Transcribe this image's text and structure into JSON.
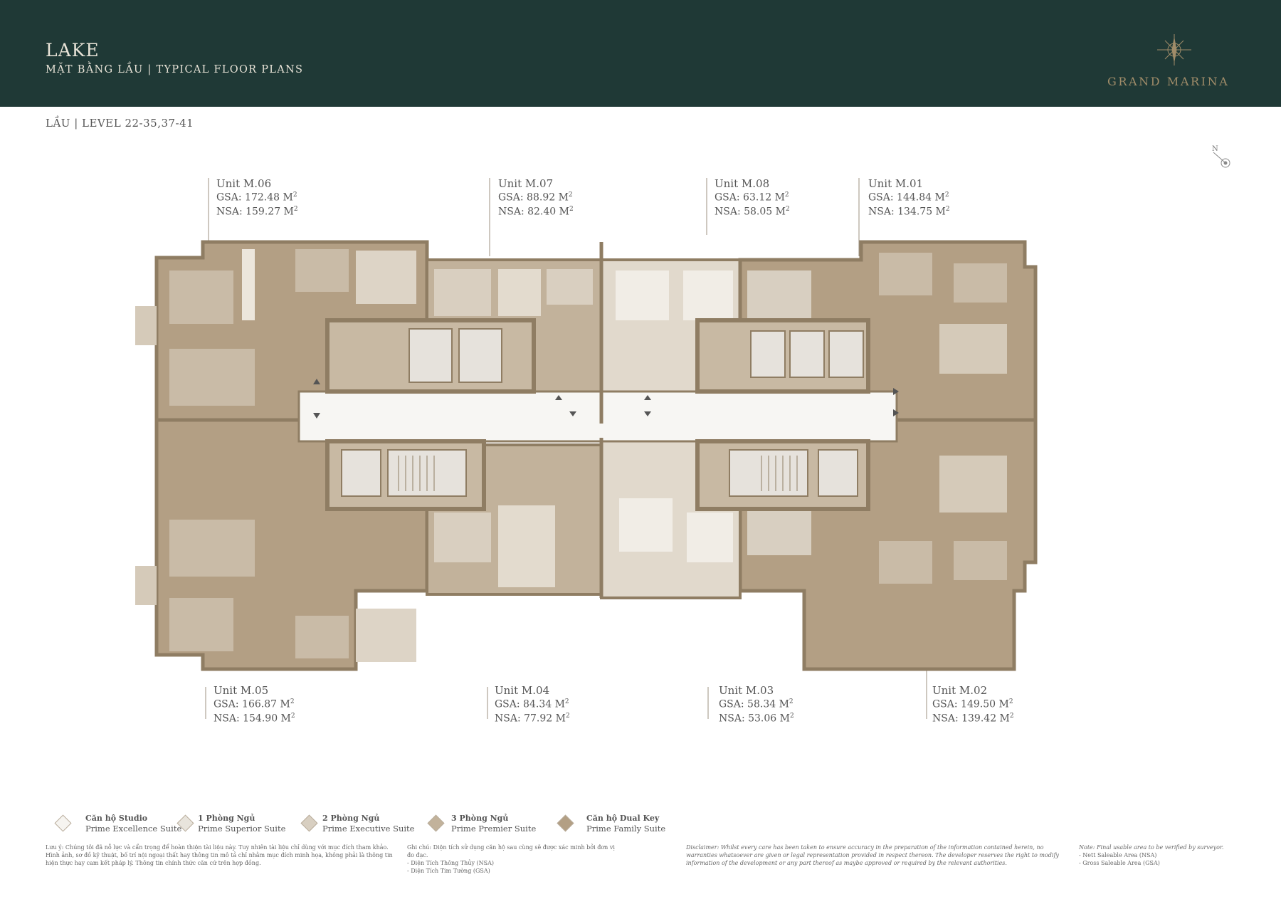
{
  "header": {
    "title": "LAKE",
    "subtitle": "MẶT BẰNG LẦU | TYPICAL FLOOR PLANS",
    "brand": "GRAND MARINA"
  },
  "level_label": "LẦU | LEVEL 22-35,37-41",
  "north_label": "N",
  "units": [
    {
      "name": "Unit M.06",
      "gsa": "GSA: 172.48 M",
      "nsa": "NSA: 159.27 M"
    },
    {
      "name": "Unit M.07",
      "gsa": "GSA: 88.92 M",
      "nsa": "NSA: 82.40 M"
    },
    {
      "name": "Unit M.08",
      "gsa": "GSA: 63.12 M",
      "nsa": "NSA: 58.05 M"
    },
    {
      "name": "Unit M.01",
      "gsa": "GSA: 144.84 M",
      "nsa": "NSA: 134.75 M"
    },
    {
      "name": "Unit M.05",
      "gsa": "GSA: 166.87 M",
      "nsa": "NSA: 154.90 M"
    },
    {
      "name": "Unit M.04",
      "gsa": "GSA: 84.34 M",
      "nsa": "NSA: 77.92 M"
    },
    {
      "name": "Unit M.03",
      "gsa": "GSA: 58.34 M",
      "nsa": "NSA: 53.06 M"
    },
    {
      "name": "Unit M.02",
      "gsa": "GSA: 149.50 M",
      "nsa": "NSA: 139.42 M"
    }
  ],
  "unit_superscript": "2",
  "legend": [
    {
      "vi": "Căn hộ Studio",
      "en": "Prime Excellence Suite",
      "color": "#f6f4f0"
    },
    {
      "vi": "1 Phòng Ngủ",
      "en": "Prime Superior Suite",
      "color": "#e8e4dc"
    },
    {
      "vi": "2 Phòng Ngủ",
      "en": "Prime Executive Suite",
      "color": "#d8cfc1"
    },
    {
      "vi": "3 Phòng Ngủ",
      "en": "Prime Premier Suite",
      "color": "#c2b29b"
    },
    {
      "vi": "Căn hộ Dual Key",
      "en": "Prime Family Suite",
      "color": "#b39f84"
    }
  ],
  "footnotes": {
    "vi_disclaimer": "Lưu ý: Chúng tôi đã nỗ lực và cẩn trọng để hoàn thiện tài liệu này. Tuy nhiên tài liệu chỉ dùng với mục đích tham khảo. Hình ảnh, sơ đồ kỹ thuật, bố trí nội ngoại thất hay thông tin mô tả chỉ nhằm mục đích minh họa, không phải là thông tin hiện thực hay cam kết pháp lý. Thông tin chính thức căn cứ trên hợp đồng.",
    "vi_note_title": "Ghi chú: Diện tích sử dụng căn hộ sau cùng sẽ được xác minh bởi đơn vị đo đạc.",
    "vi_note_1": "- Diện Tích Thông Thủy (NSA)",
    "vi_note_2": "- Diện Tích Tim Tường (GSA)",
    "en_disclaimer": "Disclaimer: Whilst every care has been taken to ensure accuracy in the preparation of the information contained herein, no warranties whatsoever are given or legal representation provided in respect thereon. The developer reserves the right to modify information of the development or any part thereof as maybe approved or required by the relevant authorities.",
    "en_note_title": "Note: Final usable area to be verified by surveyor.",
    "en_note_1": "- Nett Saleable Area (NSA)",
    "en_note_2": "- Gross Saleable Area (GSA)"
  },
  "colors": {
    "header_bg": "#1f3936",
    "brand_gold": "#a08c69",
    "dual_key": "#b39f84",
    "three_bed": "#c2b29b",
    "two_bed": "#d8cfc1",
    "one_bed": "#e8e4dc",
    "wall": "#8f7d63"
  }
}
